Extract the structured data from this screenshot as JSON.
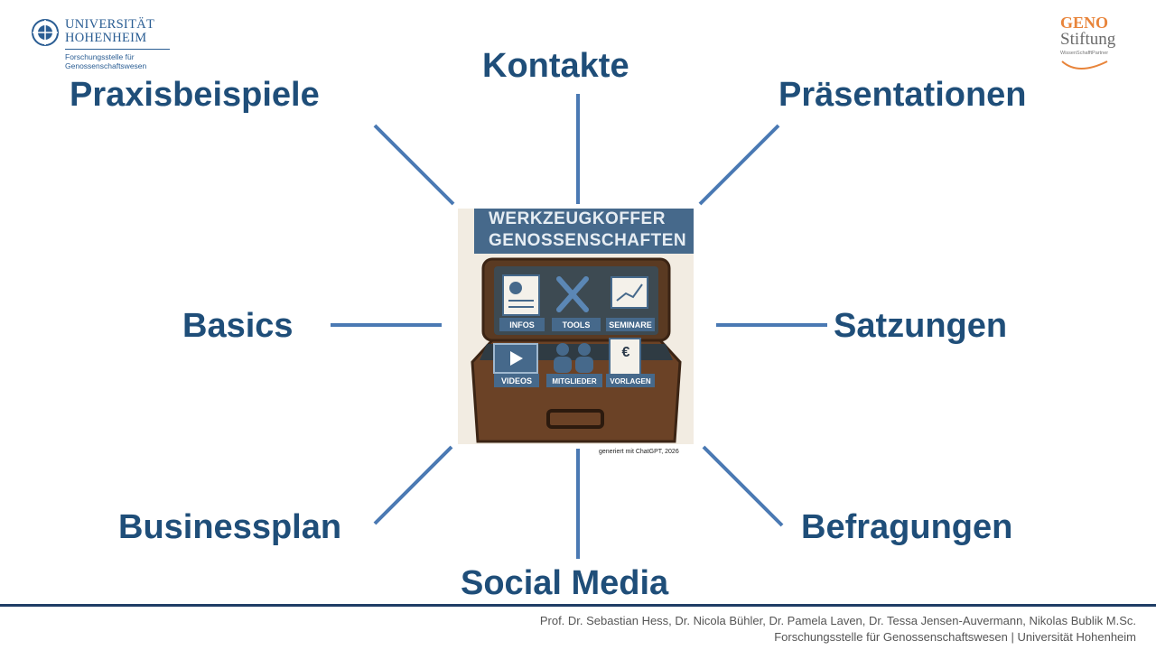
{
  "logos": {
    "university": {
      "name_line1": "UNIVERSITÄT",
      "name_line2": "HOHENHEIM",
      "sub_line1": "Forschungsstelle für",
      "sub_line2": "Genossenschaftswesen"
    },
    "geno": {
      "line1": "GENO",
      "line2": "Stiftung",
      "line3": "WissenSchafftPartner"
    }
  },
  "diagram": {
    "center_image": {
      "title_line1": "WERKZEUGKOFFER",
      "title_line2": "GENOSSENSCHAFTEN",
      "tags": [
        "INFOS",
        "TOOLS",
        "SEMINARE",
        "VIDEOS",
        "MITGLIEDER",
        "VORLAGEN"
      ],
      "caption": "generiert mit ChatGPT, 2026"
    },
    "nodes": {
      "kontakte": "Kontakte",
      "praxisbeispiele": "Praxisbeispiele",
      "praesentationen": "Präsentationen",
      "basics": "Basics",
      "satzungen": "Satzungen",
      "businessplan": "Businessplan",
      "befragungen": "Befragungen",
      "social_media": "Social Media"
    },
    "line_color": "#4a79b3",
    "label_color": "#1f4e79"
  },
  "footer": {
    "authors": "Prof. Dr. Sebastian Hess, Dr. Nicola Bühler, Dr. Pamela Laven, Dr. Tessa Jensen-Auvermann, Nikolas Bublik M.Sc.",
    "institution": "Forschungsstelle für Genossenschaftswesen | Universität Hohenheim"
  }
}
